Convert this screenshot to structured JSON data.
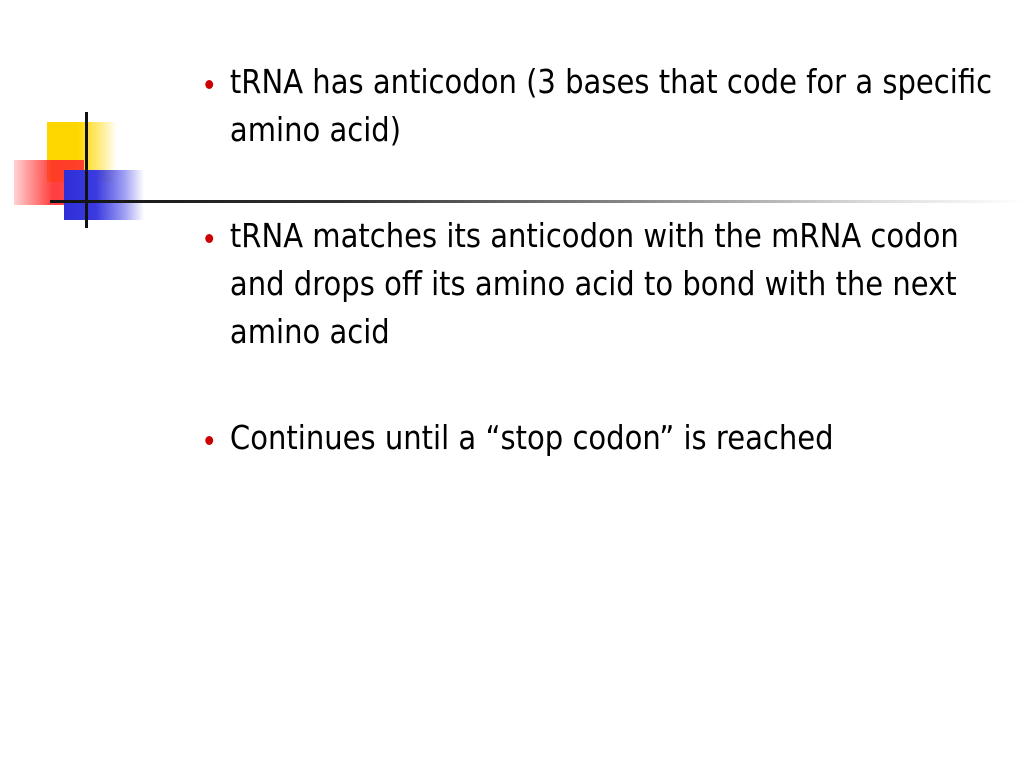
{
  "slide": {
    "bullets": [
      {
        "text": "tRNA has anticodon (3 bases that code for a specific amino acid)"
      },
      {
        "text": "tRNA matches its anticodon with the mRNA codon and drops off its amino acid to bond with the next amino acid"
      },
      {
        "text": "Continues until a “stop codon” is reached"
      }
    ]
  },
  "theme": {
    "bullet_color": "#cc0000",
    "deco_yellow": "#ffd700",
    "deco_red": "#ff2a2a",
    "deco_blue": "#2f2fd8",
    "text_color": "#000000"
  }
}
